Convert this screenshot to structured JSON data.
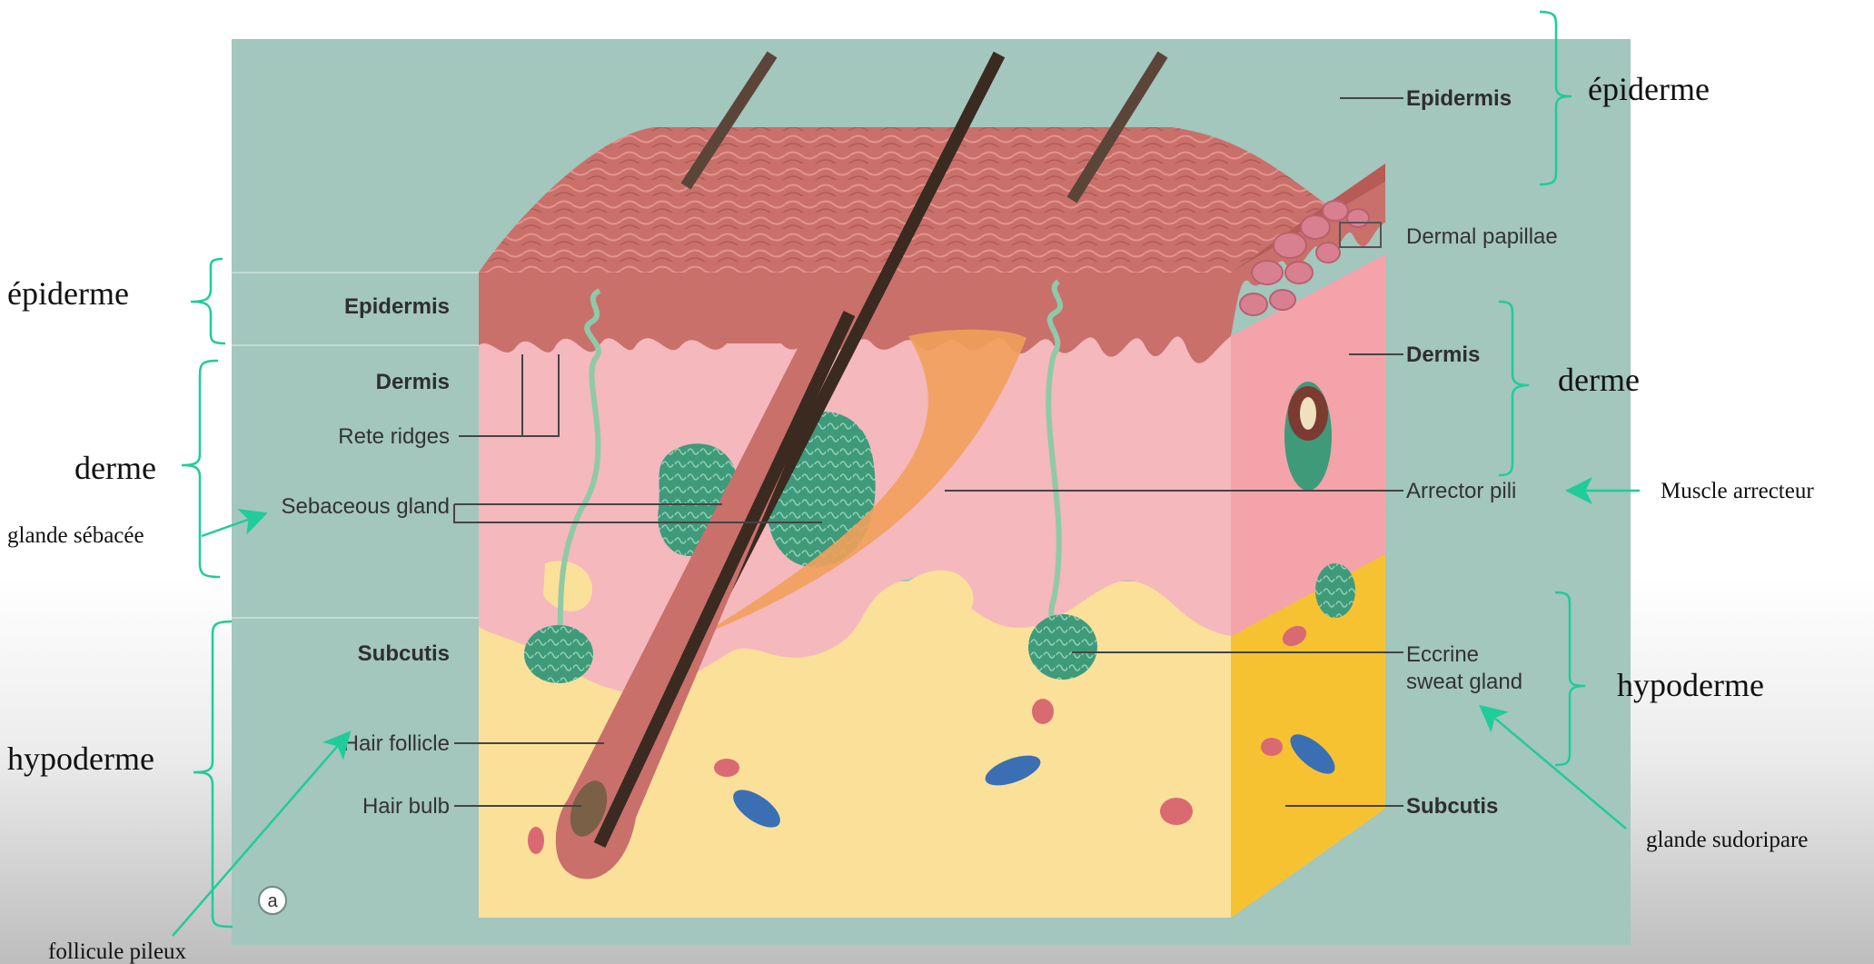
{
  "figure": {
    "panel_letter": "a",
    "labels_left": {
      "epidermis": "Epidermis",
      "dermis": "Dermis",
      "rete_ridges": "Rete ridges",
      "sebaceous_gland": "Sebaceous gland",
      "subcutis": "Subcutis",
      "hair_follicle": "Hair follicle",
      "hair_bulb": "Hair bulb"
    },
    "labels_right": {
      "epidermis": "Epidermis",
      "dermal_papillae": "Dermal papillae",
      "dermis": "Dermis",
      "arrector_pili": "Arrector pili",
      "eccrine_line1": "Eccrine",
      "eccrine_line2": "sweat gland",
      "subcutis": "Subcutis"
    }
  },
  "annotations": {
    "left_epiderme": "épiderme",
    "left_derme": "derme",
    "left_glande_sebacee": "glande sébacée",
    "left_hypoderme": "hypoderme",
    "left_follicule": "follicule pileux",
    "right_epiderme": "épiderme",
    "right_derme": "derme",
    "right_muscle": "Muscle arrecteur",
    "right_hypoderme": "hypoderme",
    "right_glande_sudoripare": "glande sudoripare"
  },
  "colors": {
    "panel_bg": "#a3c6bd",
    "epidermis": "#c9706b",
    "dermis": "#f4b8bd",
    "subcutis": "#fbe09a",
    "gland": "#3f9a7a",
    "annotation_accent": "#1fcc9a"
  }
}
